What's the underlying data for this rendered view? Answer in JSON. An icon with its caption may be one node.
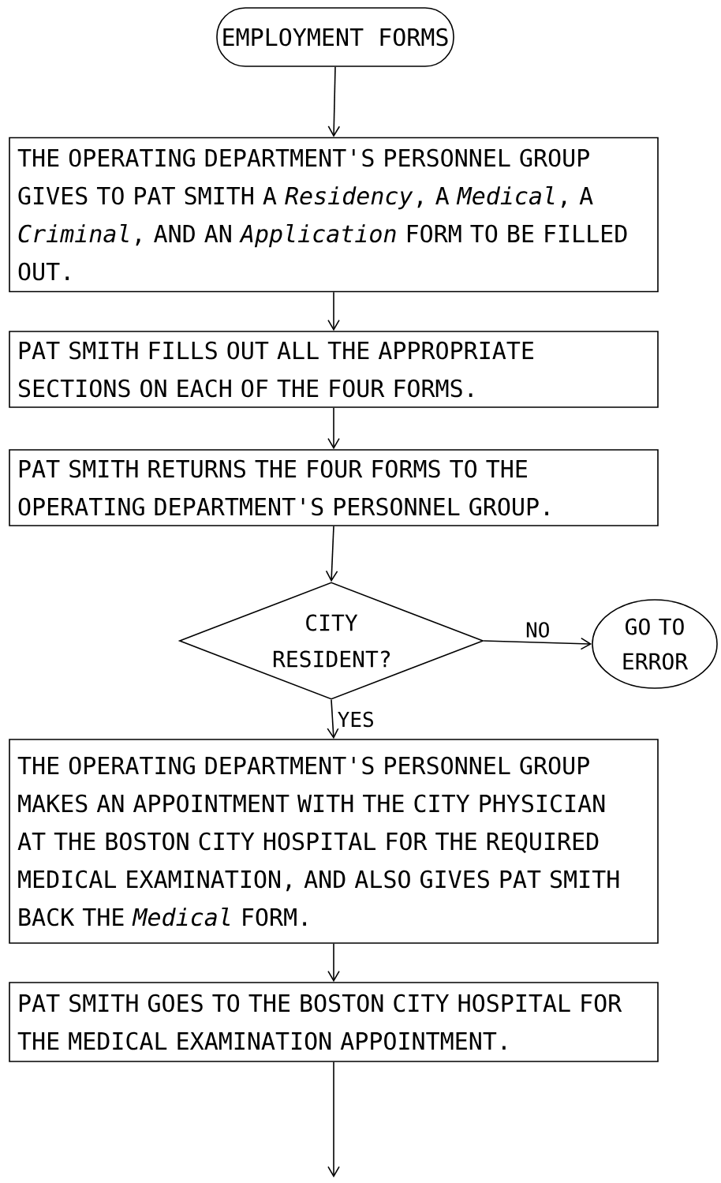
{
  "diagram": {
    "nodes": [
      {
        "text": [
          "EMPLOYMENT FORMS"
        ]
      },
      {
        "text": [
          "THE OPERATING DEPARTMENT'S PERSONNEL GROUP GIVES TO PAT SMITH A *Residency*, A *Medical*, A *Criminal*, AND AN *Application* FORM TO BE FILLED OUT."
        ]
      },
      {
        "text": [
          "PAT SMITH FILLS OUT ALL THE APPROPRIATE SECTIONS ON EACH OF THE FOUR FORMS."
        ]
      },
      {
        "text": [
          "PAT SMITH RETURNS THE FOUR FORMS TO THE OPERATING DEPARTMENT'S PERSONNEL GROUP."
        ]
      },
      {
        "text": [
          "CITY RESIDENT?"
        ]
      },
      {
        "text": [
          "GO TO ERROR"
        ]
      },
      {
        "text": [
          "THE OPERATING DEPARTMENT'S PERSONNEL GROUP MAKES AN APPOINTMENT WITH THE CITY PHYSICIAN AT THE BOSTON CITY HOSPITAL FOR THE REQUIRED MEDICAL EXAMINATION, AND ALSO GIVES PAT SMITH BACK THE *Medical* FORM."
        ]
      },
      {
        "text": [
          "PAT SMITH GOES TO THE BOSTON CITY HOSPITAL FOR THE MEDICAL EXAMINATION APPOINTMENT."
        ]
      }
    ],
    "edges": [
      {
        "from": 0,
        "to": 1,
        "arrow": "to"
      },
      {
        "from": 1,
        "to": 2,
        "arrow": "to"
      },
      {
        "from": 2,
        "to": 3,
        "arrow": "to"
      },
      {
        "from": 3,
        "to": 4,
        "arrow": "to"
      },
      {
        "from": 4,
        "to": 5,
        "arrow": "to",
        "label": "NO"
      },
      {
        "from": 4,
        "to": 6,
        "arrow": "to",
        "label": "YES"
      },
      {
        "from": 6,
        "to": 7,
        "arrow": "to"
      },
      {
        "from": 7,
        "to": null,
        "arrow": "to"
      }
    ]
  }
}
